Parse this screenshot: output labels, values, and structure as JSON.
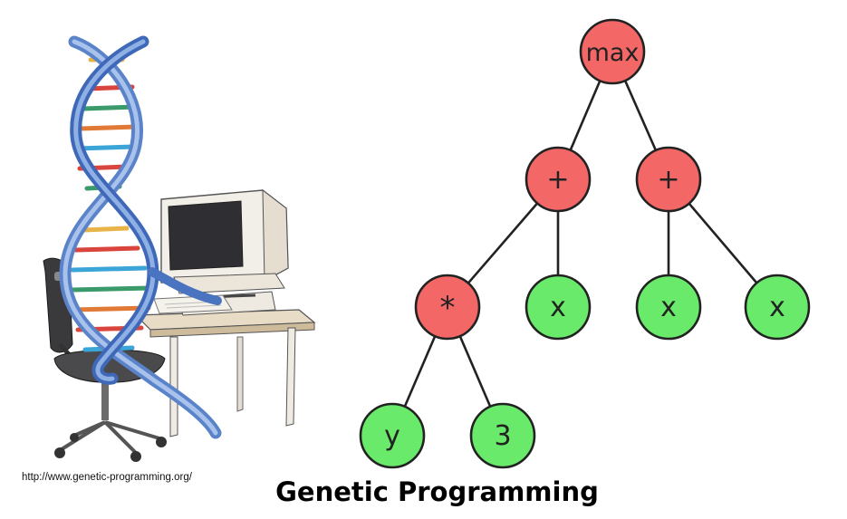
{
  "title": "Genetic Programming",
  "source_url": "http://www.genetic-programming.org/",
  "illustration": {
    "name": "dna-computer-illustration",
    "depicts": [
      "dna-double-helix",
      "desktop-computer",
      "office-chair",
      "desk"
    ]
  },
  "colors": {
    "function_node": "#f36767",
    "terminal_node": "#6aea6a",
    "edge": "#222222",
    "node_stroke": "#222222"
  },
  "tree": {
    "nodes": [
      {
        "id": "n-max",
        "label": "max",
        "kind": "function"
      },
      {
        "id": "n-plus-left",
        "label": "+",
        "kind": "function"
      },
      {
        "id": "n-plus-right",
        "label": "+",
        "kind": "function"
      },
      {
        "id": "n-times",
        "label": "*",
        "kind": "function"
      },
      {
        "id": "n-x-1",
        "label": "x",
        "kind": "terminal"
      },
      {
        "id": "n-x-2",
        "label": "x",
        "kind": "terminal"
      },
      {
        "id": "n-x-3",
        "label": "x",
        "kind": "terminal"
      },
      {
        "id": "n-y",
        "label": "y",
        "kind": "terminal"
      },
      {
        "id": "n-3",
        "label": "3",
        "kind": "terminal"
      }
    ],
    "edges": [
      [
        "n-max",
        "n-plus-left"
      ],
      [
        "n-max",
        "n-plus-right"
      ],
      [
        "n-plus-left",
        "n-times"
      ],
      [
        "n-plus-left",
        "n-x-1"
      ],
      [
        "n-plus-right",
        "n-x-2"
      ],
      [
        "n-plus-right",
        "n-x-3"
      ],
      [
        "n-times",
        "n-y"
      ],
      [
        "n-times",
        "n-3"
      ]
    ]
  }
}
